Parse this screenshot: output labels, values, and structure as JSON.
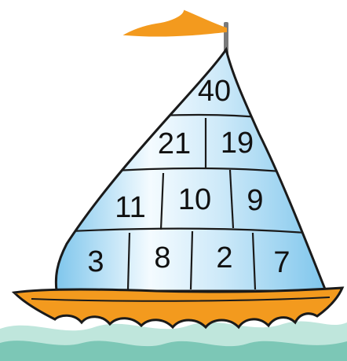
{
  "pyramid": {
    "rows": [
      [
        "40"
      ],
      [
        "21",
        "19"
      ],
      [
        "11",
        "10",
        "9"
      ],
      [
        "3",
        "8",
        "2",
        "7"
      ]
    ]
  },
  "colors": {
    "sail_edge": "#7fc6ec",
    "sail_light": "#f4fbff",
    "sail_mid": "#cfeaf9",
    "outline": "#1a1a1a",
    "hull": "#f39a1e",
    "flag": "#f39a1e",
    "mast": "#7a7a7a",
    "water": "#bfe6dc",
    "water_dark": "#7cc7b6"
  }
}
